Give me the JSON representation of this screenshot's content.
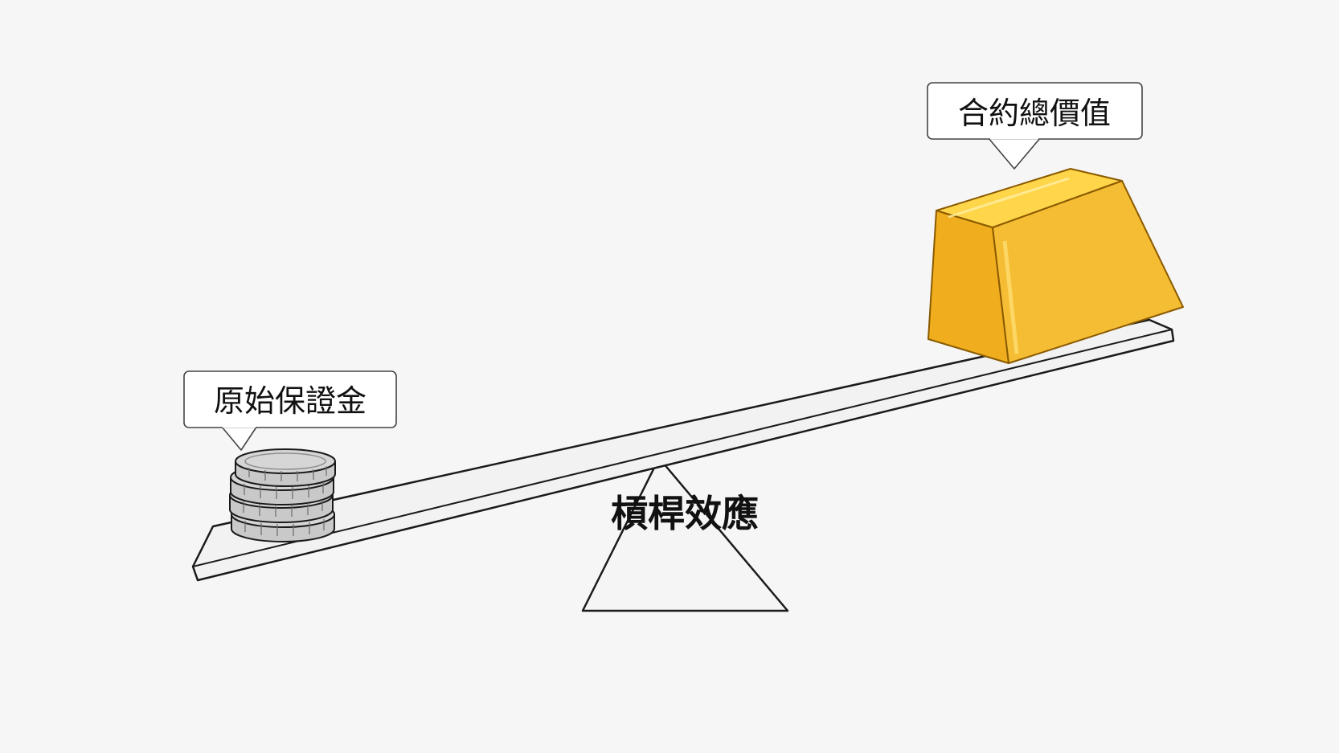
{
  "labels": {
    "margin": "原始保證金",
    "contract_value": "合約總價值",
    "leverage": "槓桿效應"
  },
  "colors": {
    "background": "#f6f6f6",
    "outline": "#1a1a1a",
    "beam_fill": "#f2f2f2",
    "fulcrum_fill": "#f5f5f5",
    "gold_top": "#ffd54a",
    "gold_front": "#f3b52a",
    "gold_side": "#f7c53a",
    "coin_face": "#d3d3d3",
    "coin_edge": "#bdbdbd"
  },
  "icons": {
    "margin_object": "coin-stack-icon",
    "contract_object": "gold-bar-icon"
  }
}
